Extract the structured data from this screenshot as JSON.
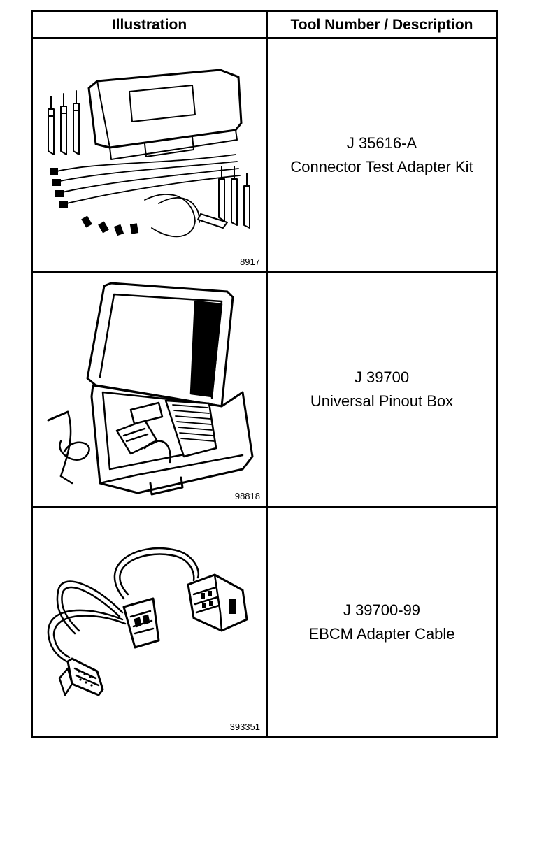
{
  "table": {
    "headers": {
      "illustration": "Illustration",
      "description": "Tool Number / Description"
    },
    "rows": [
      {
        "figure_number": "8917",
        "tool_number": "J 35616-A",
        "description": "Connector Test Adapter Kit",
        "illustration": "connector-test-adapter-kit-illustration"
      },
      {
        "figure_number": "98818",
        "tool_number": "J 39700",
        "description": "Universal Pinout Box",
        "illustration": "universal-pinout-box-illustration"
      },
      {
        "figure_number": "393351",
        "tool_number": "J 39700-99",
        "description": "EBCM Adapter Cable",
        "illustration": "ebcm-adapter-cable-illustration"
      }
    ]
  }
}
